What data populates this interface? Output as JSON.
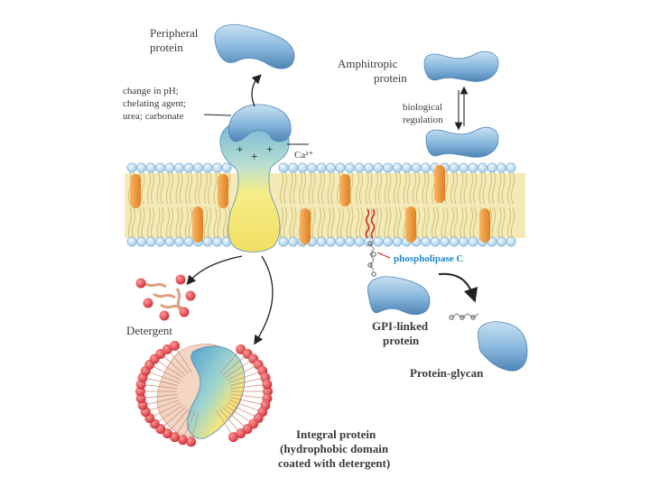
{
  "labels": {
    "peripheral_line1": "Peripheral",
    "peripheral_line2": "protein",
    "amphitropic_line1": "Amphitropic",
    "amphitropic_line2": "protein",
    "release_line1": "change in pH;",
    "release_line2": "chelating agent;",
    "release_line3": "urea; carbonate",
    "ca_ion": "Ca²⁺",
    "bio_line1": "biological",
    "bio_line2": "regulation",
    "phospholipase": "phospholipase C",
    "detergent": "Detergent",
    "gpi_line1": "GPI-linked",
    "gpi_line2": "protein",
    "protein_glycan": "Protein-glycan",
    "integral_line1": "Integral protein",
    "integral_line2": "(hydrophobic domain",
    "integral_line3": "coated with detergent)",
    "charge_plus": "+"
  },
  "colors": {
    "protein_blue": "#7eaed6",
    "protein_blue_dark": "#4f86b8",
    "head_blue": "#bcdcef",
    "tail_yellow": "#efe3a3",
    "orange_protein": "#ee9a3c",
    "integral_yellow": "#f4e878",
    "detergent_red": "#e2474f",
    "text_blue": "#1e88c8",
    "text_red": "#d0252d"
  }
}
